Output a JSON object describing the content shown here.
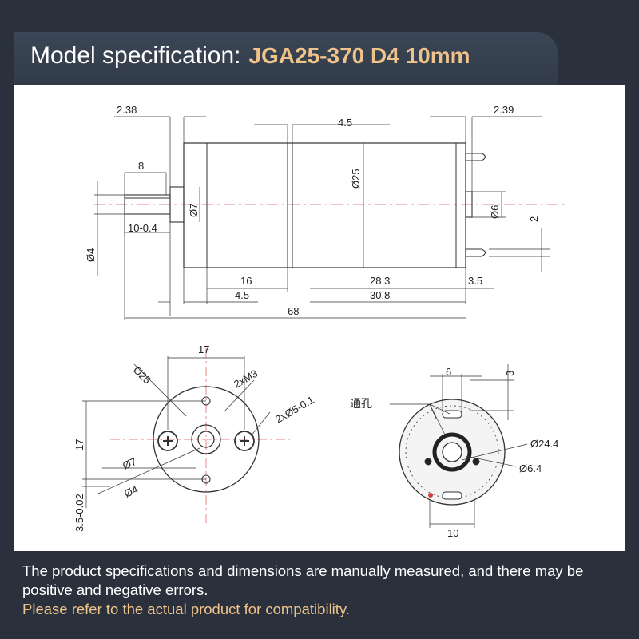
{
  "header": {
    "label": "Model specification:",
    "model": "JGA25-370 D4 10mm"
  },
  "side_view": {
    "dims": {
      "left_gap": "2.38",
      "gear_gap": "4.5",
      "right_gap": "2.39",
      "shaft_exposed": "8",
      "body_diameter": "Ø25",
      "boss_diameter": "Ø7",
      "bearing_diameter": "Ø6",
      "terminal_pitch": "2",
      "shaft_length": "10-0.4",
      "shaft_diameter": "Ø4",
      "gearbox_length": "16",
      "motor_length": "28.3",
      "terminal_length": "3.5",
      "boss_length": "4.5",
      "motor_total": "30.8",
      "overall_length": "68"
    }
  },
  "front_view": {
    "dims": {
      "width": "17",
      "outer_diameter": "Ø25",
      "screw_thread": "2xM3",
      "holes": "2xØ5-0.1",
      "height": "17",
      "boss_diameter": "Ø7",
      "shaft_diameter": "Ø4",
      "boss_height": "3.5-0.02"
    }
  },
  "rear_view": {
    "label_through_hole": "通孔",
    "dims": {
      "slot_width": "6",
      "slot_offset": "3",
      "can_diameter": "Ø24.4",
      "bearing_diameter": "Ø6.4",
      "bottom_width": "10"
    }
  },
  "notes": {
    "line1": "The product specifications and dimensions are manually measured, and there may be positive and negative errors.",
    "line2": "Please refer to the actual product for compatibility."
  },
  "colors": {
    "background": "#2a313c",
    "accent": "#f0c38a",
    "text": "#ffffff",
    "drawing_line": "#333333",
    "center_line": "#e05555"
  }
}
